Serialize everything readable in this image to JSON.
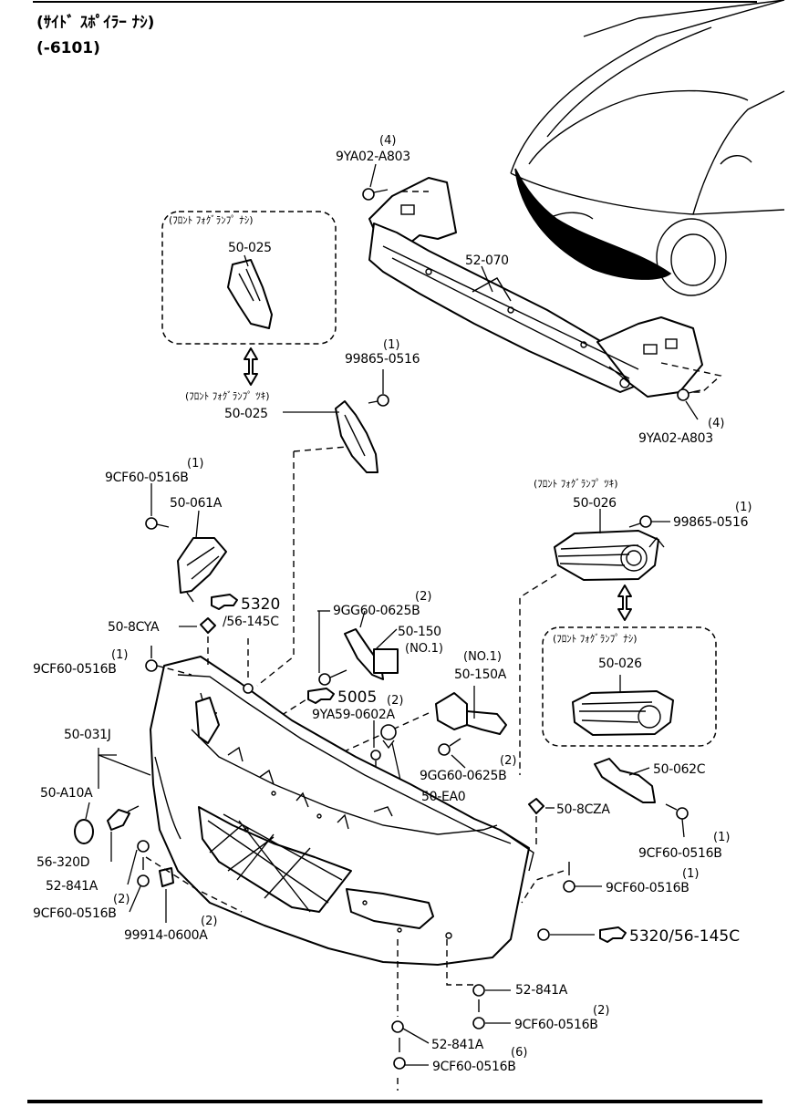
{
  "header": {
    "line1": "(ｻｲﾄﾞ ｽﾎﾟｲﾗｰ ﾅｼ)",
    "line2": "(-6101)"
  },
  "boxes": {
    "top_left": "(ﾌﾛﾝﾄ ﾌｫｸﾞﾗﾝﾌﾟ ﾅｼ)",
    "right": "(ﾌﾛﾝﾄ ﾌｫｸﾞﾗﾝﾌﾟ ﾅｼ)"
  },
  "notes": {
    "fog_with_left": "(ﾌﾛﾝﾄ ﾌｫｸﾞﾗﾝﾌﾟ ﾂｷ)",
    "fog_with_right": "(ﾌﾛﾝﾄ ﾌｫｸﾞﾗﾝﾌﾟ ﾂｷ)"
  },
  "labels": [
    {
      "id": "9YA02-A803-top",
      "text": "9YA02-A803",
      "qty": "(4)"
    },
    {
      "id": "52-070",
      "text": "52-070"
    },
    {
      "id": "50-025-box",
      "text": "50-025"
    },
    {
      "id": "99865-0516-left",
      "text": "99865-0516",
      "qty": "(1)"
    },
    {
      "id": "50-025",
      "text": "50-025"
    },
    {
      "id": "9YA02-A803-bottom",
      "text": "9YA02-A803",
      "qty": "(4)"
    },
    {
      "id": "9CF60-0516B-a",
      "text": "9CF60-0516B",
      "qty": "(1)"
    },
    {
      "id": "50-061A",
      "text": "50-061A"
    },
    {
      "id": "50-026",
      "text": "50-026"
    },
    {
      "id": "99865-0516-right",
      "text": "99865-0516",
      "qty": "(1)"
    },
    {
      "id": "5320-top",
      "text": "5320"
    },
    {
      "id": "56-145C-top",
      "text": "/56-145C"
    },
    {
      "id": "50-8CYA",
      "text": "50-8CYA"
    },
    {
      "id": "9GG60-0625B-a",
      "text": "9GG60-0625B",
      "qty": "(2)"
    },
    {
      "id": "50-150",
      "text": "50-150"
    },
    {
      "id": "no1-a",
      "text": "(NO.1)"
    },
    {
      "id": "9CF60-0516B-b",
      "text": "9CF60-0516B",
      "qty": "(1)"
    },
    {
      "id": "5005",
      "text": "5005",
      "qty": "(2)"
    },
    {
      "id": "9YA59-0602A",
      "text": "9YA59-0602A"
    },
    {
      "id": "no1-b",
      "text": "(NO.1)"
    },
    {
      "id": "50-150A",
      "text": "50-150A"
    },
    {
      "id": "50-026-box",
      "text": "50-026"
    },
    {
      "id": "50-031J",
      "text": "50-031J"
    },
    {
      "id": "9GG60-0625B-b",
      "text": "9GG60-0625B",
      "qty": "(2)"
    },
    {
      "id": "50-A10A",
      "text": "50-A10A"
    },
    {
      "id": "50-062C",
      "text": "50-062C"
    },
    {
      "id": "50-EA0",
      "text": "50-EA0"
    },
    {
      "id": "50-8CZA",
      "text": "50-8CZA"
    },
    {
      "id": "56-320D",
      "text": "56-320D"
    },
    {
      "id": "9CF60-0516B-c",
      "text": "9CF60-0516B",
      "qty": "(1)"
    },
    {
      "id": "52-841A-a",
      "text": "52-841A"
    },
    {
      "id": "9CF60-0516B-d",
      "text": "9CF60-0516B",
      "qty": "(1)"
    },
    {
      "id": "9CF60-0516B-e",
      "text": "9CF60-0516B",
      "qty": "(2)"
    },
    {
      "id": "99914-0600A",
      "text": "99914-0600A",
      "qty": "(2)"
    },
    {
      "id": "5320-bottom",
      "text": "5320/56-145C"
    },
    {
      "id": "52-841A-b",
      "text": "52-841A"
    },
    {
      "id": "9CF60-0516B-f",
      "text": "9CF60-0516B",
      "qty": "(2)"
    },
    {
      "id": "52-841A-c",
      "text": "52-841A"
    },
    {
      "id": "9CF60-0516B-g",
      "text": "9CF60-0516B",
      "qty": "(6)"
    }
  ]
}
